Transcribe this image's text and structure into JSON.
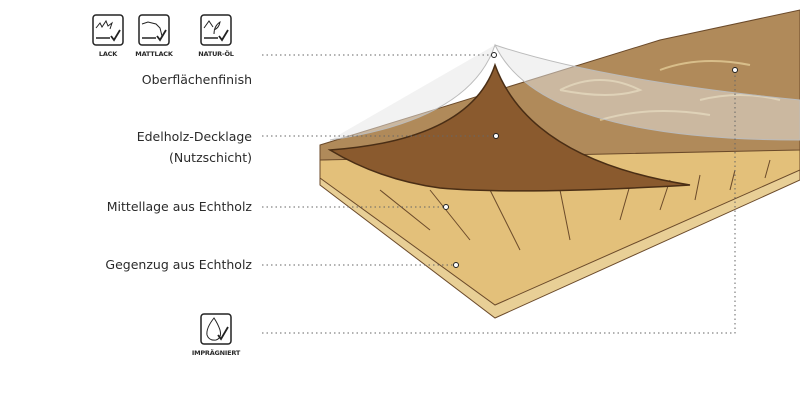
{
  "finish_icons": [
    {
      "icon": "lack-icon",
      "label": "LACK"
    },
    {
      "icon": "mattlack-icon",
      "label": "MATTLACK"
    },
    {
      "icon": "natur-oel-icon",
      "label": "NATUR-ÖL"
    }
  ],
  "labels": {
    "surface": "Oberflächenfinish",
    "top_layer": "Edelholz-Decklage",
    "top_layer_sub": "(Nutzschicht)",
    "middle_layer": "Mittellage aus Echtholz",
    "back_layer": "Gegenzug aus Echtholz"
  },
  "impregnated": {
    "icon": "impraegniert-icon",
    "label": "IMPRÄGNIERT"
  }
}
